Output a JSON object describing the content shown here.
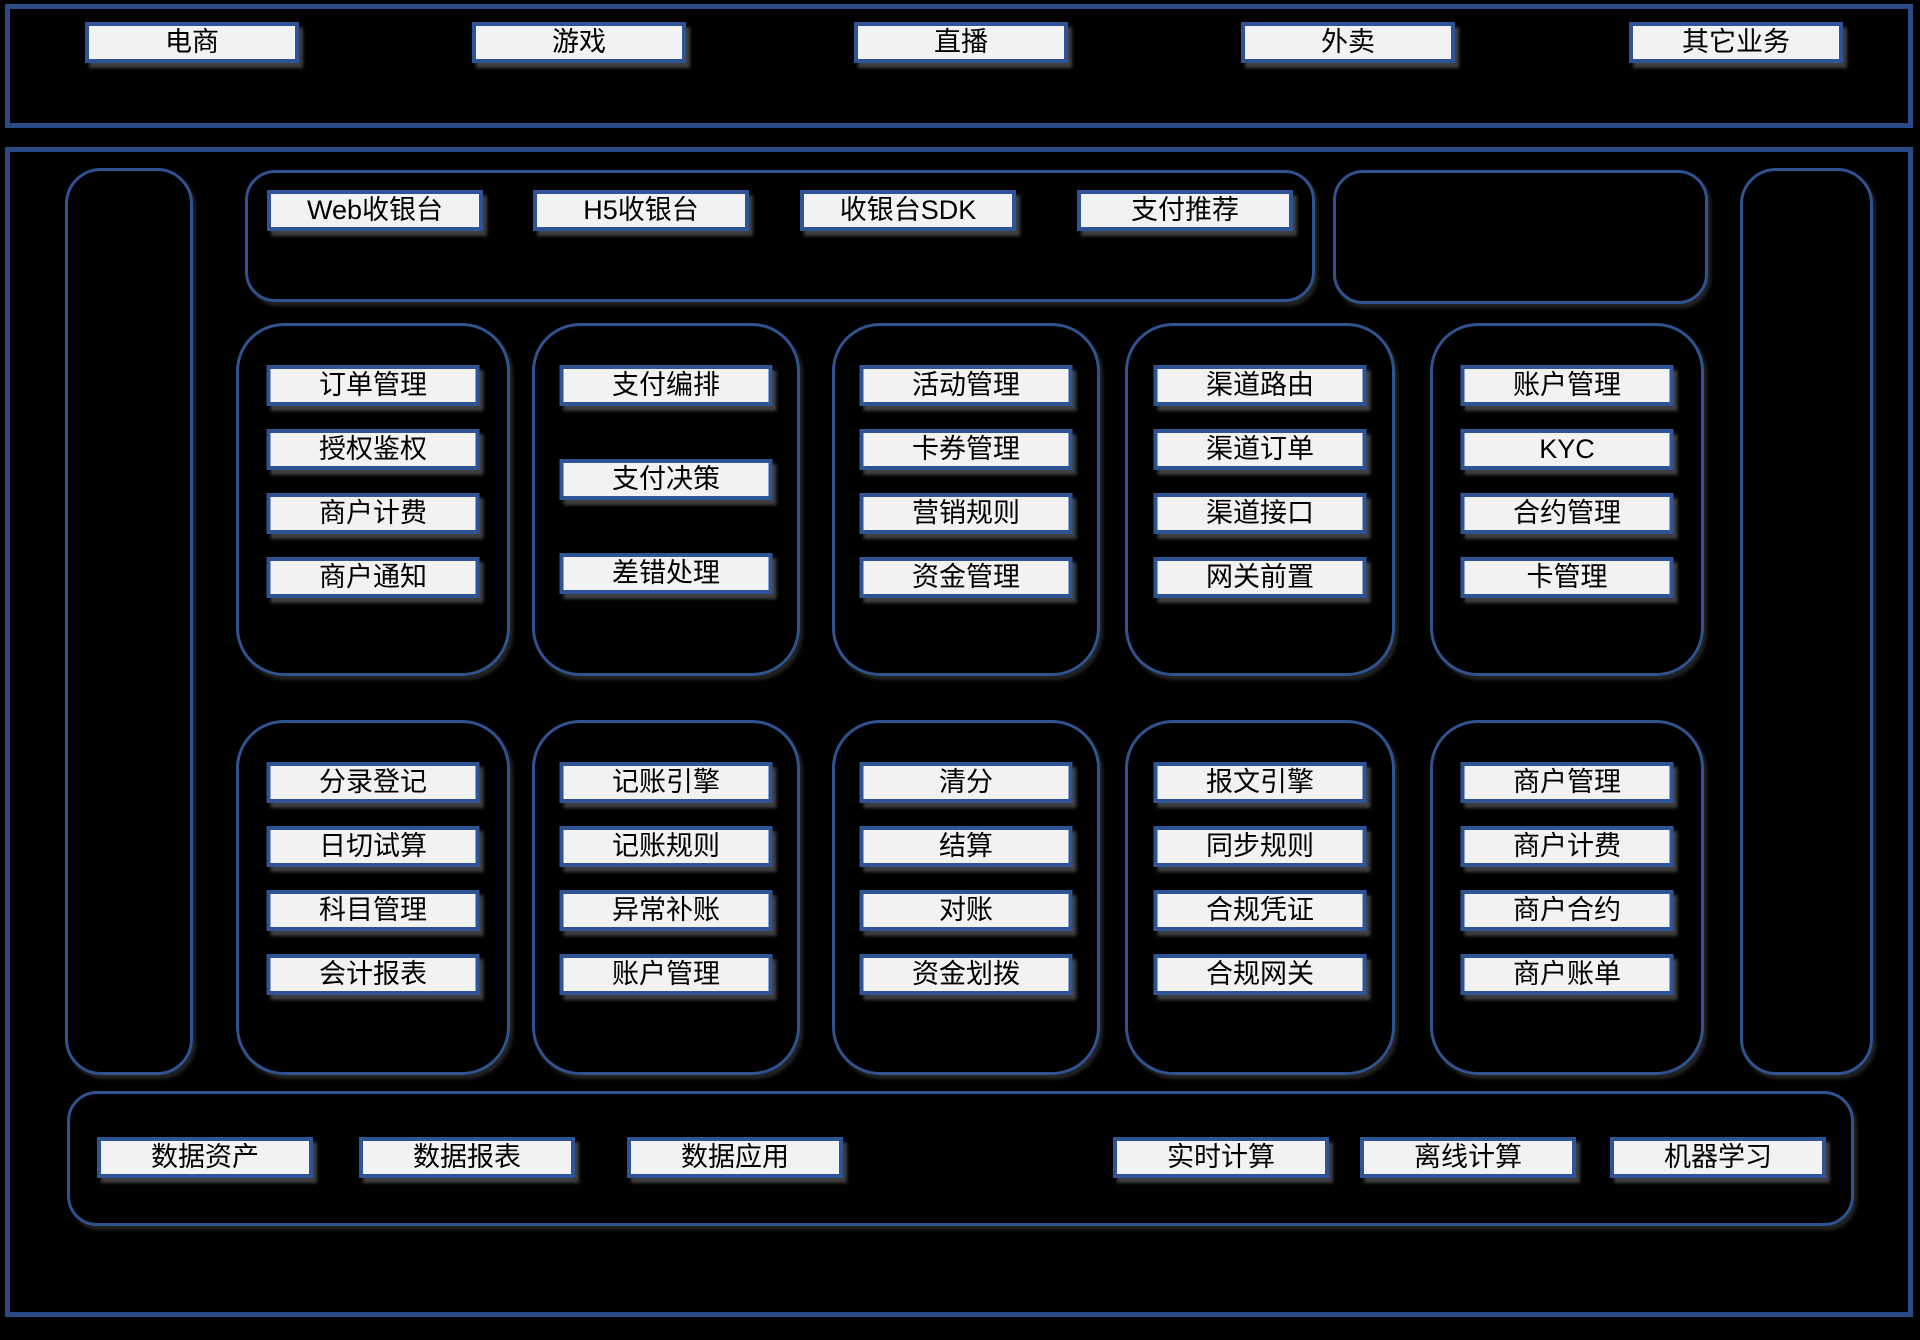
{
  "colors": {
    "background": "#000000",
    "frame_border": "#2B4A86",
    "section_border": "#2E538F",
    "chip_border": "#2F5496",
    "chip_background": "#F2F2F2",
    "chip_text": "#000000"
  },
  "business_layer": {
    "items": [
      "电商",
      "游戏",
      "直播",
      "外卖",
      "其它业务"
    ]
  },
  "checkout_section": {
    "items": [
      "Web收银台",
      "H5收银台",
      "收银台SDK",
      "支付推荐"
    ]
  },
  "capability_rows": [
    {
      "groups": [
        {
          "items": [
            "订单管理",
            "授权鉴权",
            "商户计费",
            "商户通知"
          ]
        },
        {
          "items": [
            "支付编排",
            "支付决策",
            "差错处理"
          ]
        },
        {
          "items": [
            "活动管理",
            "卡券管理",
            "营销规则",
            "资金管理"
          ]
        },
        {
          "items": [
            "渠道路由",
            "渠道订单",
            "渠道接口",
            "网关前置"
          ]
        },
        {
          "items": [
            "账户管理",
            "KYC",
            "合约管理",
            "卡管理"
          ]
        }
      ]
    },
    {
      "groups": [
        {
          "items": [
            "分录登记",
            "日切试算",
            "科目管理",
            "会计报表"
          ]
        },
        {
          "items": [
            "记账引擎",
            "记账规则",
            "异常补账",
            "账户管理"
          ]
        },
        {
          "items": [
            "清分",
            "结算",
            "对账",
            "资金划拨"
          ]
        },
        {
          "items": [
            "报文引擎",
            "同步规则",
            "合规凭证",
            "合规网关"
          ]
        },
        {
          "items": [
            "商户管理",
            "商户计费",
            "商户合约",
            "商户账单"
          ]
        }
      ]
    }
  ],
  "data_section": {
    "platform_items": [
      "数据资产",
      "数据报表",
      "数据应用"
    ],
    "compute_items": [
      "实时计算",
      "离线计算",
      "机器学习"
    ]
  }
}
